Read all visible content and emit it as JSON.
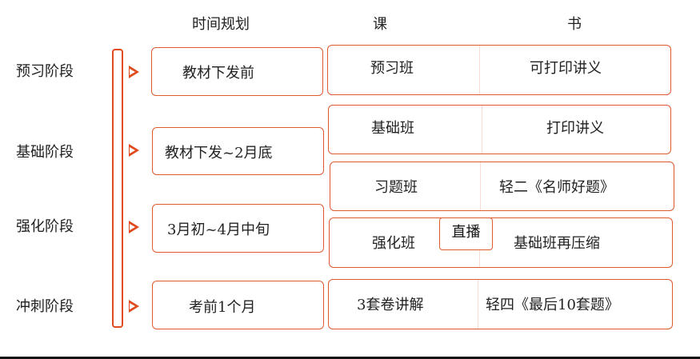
{
  "headers": {
    "time": "时间规划",
    "course": "课",
    "book": "书"
  },
  "stages": [
    {
      "label": "预习阶段",
      "time": "教材下发前"
    },
    {
      "label": "基础阶段",
      "time": "教材下发~2月底"
    },
    {
      "label": "强化阶段",
      "time": "3月初~4月中旬"
    },
    {
      "label": "冲刺阶段",
      "time": "考前1个月"
    }
  ],
  "rows": [
    {
      "course": "预习班",
      "book": "可打印讲义"
    },
    {
      "course": "基础班",
      "book": "打印讲义"
    },
    {
      "course": "习题班",
      "book": "轻二《名师好题》"
    },
    {
      "course": "强化班",
      "book": "基础班再压缩",
      "badge": "直播"
    },
    {
      "course": "3套卷讲解",
      "book": "轻四《最后10套题》"
    }
  ],
  "colors": {
    "accent": "#e04a1c",
    "border": "#e05a30",
    "text": "#222222"
  }
}
